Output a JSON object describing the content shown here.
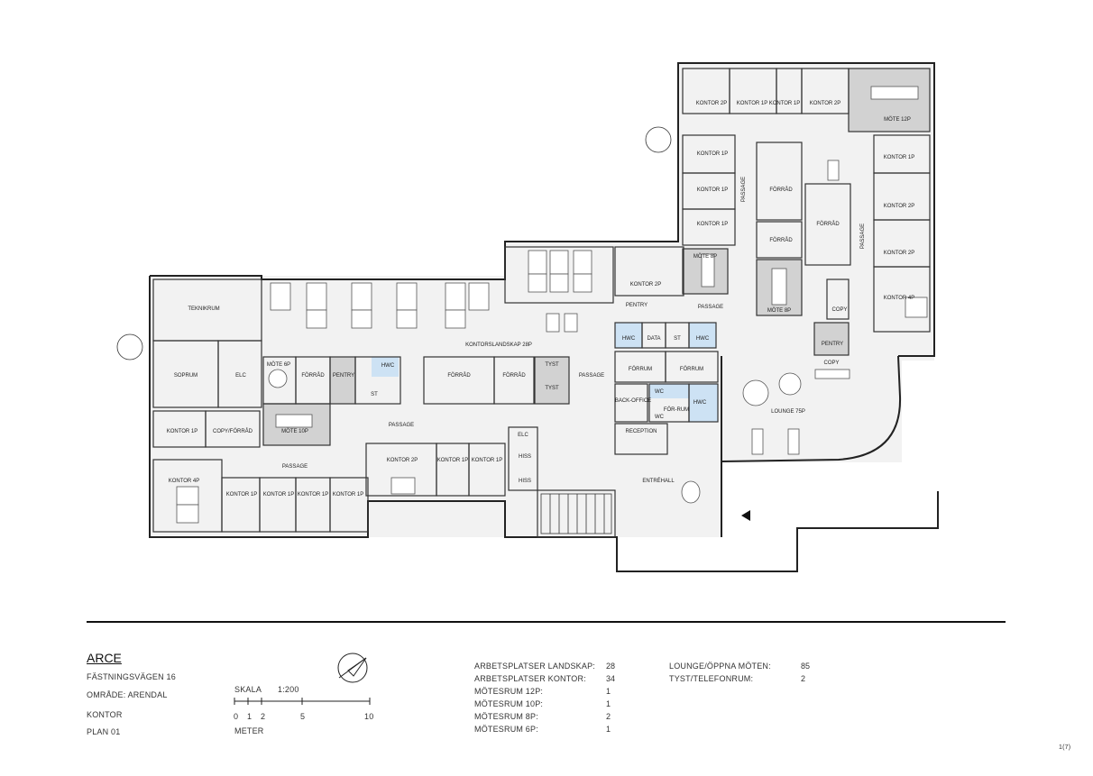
{
  "rooms": {
    "teknikrum": "TEKNIKRUM",
    "soprum": "SOPRUM",
    "elc_left": "ELC",
    "mote6p": "MÖTE 6P",
    "forrad_a": "FÖRRÅD",
    "pentry_a": "PENTRY",
    "hwc_a": "HWC",
    "st_a": "ST",
    "forrad_b": "FÖRRÅD",
    "forrad_c": "FÖRRÅD",
    "tyst_a": "TYST",
    "tyst_b": "TYST",
    "passage_a": "PASSAGE",
    "kontorslandskap": "KONTORSLANDSKAP 28P",
    "kontor1p_w": "KONTOR 1P",
    "copy_forrad": "COPY/FÖRRÅD",
    "mote10p": "MÖTE 10P",
    "passage_b": "PASSAGE",
    "passage_c": "PASSAGE",
    "kontor4p_w": "KONTOR 4P",
    "kontor1p_r1": "KONTOR 1P",
    "kontor1p_r2": "KONTOR 1P",
    "kontor1p_r3": "KONTOR 1P",
    "kontor1p_r4": "KONTOR 1P",
    "kontor2p_mid": "KONTOR 2P",
    "kontor1p_mid1": "KONTOR 1P",
    "kontor1p_mid2": "KONTOR 1P",
    "elc_mid": "ELC",
    "hiss_a": "HISS",
    "hiss_b": "HISS",
    "kontor2p_upper": "KONTOR 2P",
    "pentry_b": "PENTRY",
    "passage_d": "PASSAGE",
    "hwc_b": "HWC",
    "data": "DATA",
    "st_b": "ST",
    "hwc_c": "HWC",
    "forrum_a": "FÖRRUM",
    "forrum_b": "FÖRRUM",
    "backoffice": "BACK-OFFICE",
    "wc_a": "WC",
    "wc_b": "WC",
    "hwc_d": "HWC",
    "for_rum": "FÖR-RUM",
    "reception": "RECEPTION",
    "entrehall": "ENTRÉHALL",
    "mote8p_a": "MÖTE 8P",
    "mote8p_b": "MÖTE 8P",
    "kontor1p_n1": "KONTOR 1P",
    "kontor1p_n2": "KONTOR 1P",
    "kontor1p_n3": "KONTOR 1P",
    "kontor2p_n1": "KONTOR 2P",
    "kontor1p_n4": "KONTOR 1P",
    "kontor1p_n5": "KONTOR 1P",
    "kontor2p_n2": "KONTOR 2P",
    "forrad_d": "FÖRRÅD",
    "forrad_e": "FÖRRÅD",
    "forrad_f": "FÖRRÅD",
    "passage_e": "PASSAGE",
    "passage_f": "PASSAGE",
    "mote12p": "MÖTE 12P",
    "kontor1p_e": "KONTOR 1P",
    "kontor2p_e1": "KONTOR 2P",
    "kontor2p_e2": "KONTOR 2P",
    "kontor4p_e": "KONTOR 4P",
    "copy_a": "COPY",
    "copy_b": "COPY",
    "pentry_c": "PENTRY",
    "lounge": "LOUNGE 75P"
  },
  "title_block": {
    "brand": "ARCE",
    "address": "FÄSTNINGSVÄGEN 16",
    "area": "OMRÅDE: ARENDAL",
    "type": "KONTOR",
    "plan": "PLAN 01",
    "scale_label": "SKALA",
    "scale_value": "1:200",
    "scale_ticks": [
      "0",
      "1",
      "2",
      "5",
      "10"
    ],
    "scale_unit": "METER",
    "page": "1(7)"
  },
  "stats_left": [
    {
      "label": "ARBETSPLATSER LANDSKAP:",
      "value": "28"
    },
    {
      "label": "ARBETSPLATSER KONTOR:",
      "value": "34"
    },
    {
      "label": "MÖTESRUM 12P:",
      "value": "1"
    },
    {
      "label": "MÖTESRUM 10P:",
      "value": "1"
    },
    {
      "label": "MÖTESRUM 8P:",
      "value": "2"
    },
    {
      "label": "MÖTESRUM 6P:",
      "value": "1"
    }
  ],
  "stats_right": [
    {
      "label": "LOUNGE/ÖPPNA MÖTEN:",
      "value": "85"
    },
    {
      "label": "TYST/TELEFONRUM:",
      "value": "2"
    }
  ],
  "colors": {
    "wall": "#222222",
    "floor": "#f1f1f1",
    "grey_room": "#cfcfcf",
    "wet_room": "#cfe3f3",
    "furniture": "#555555"
  }
}
